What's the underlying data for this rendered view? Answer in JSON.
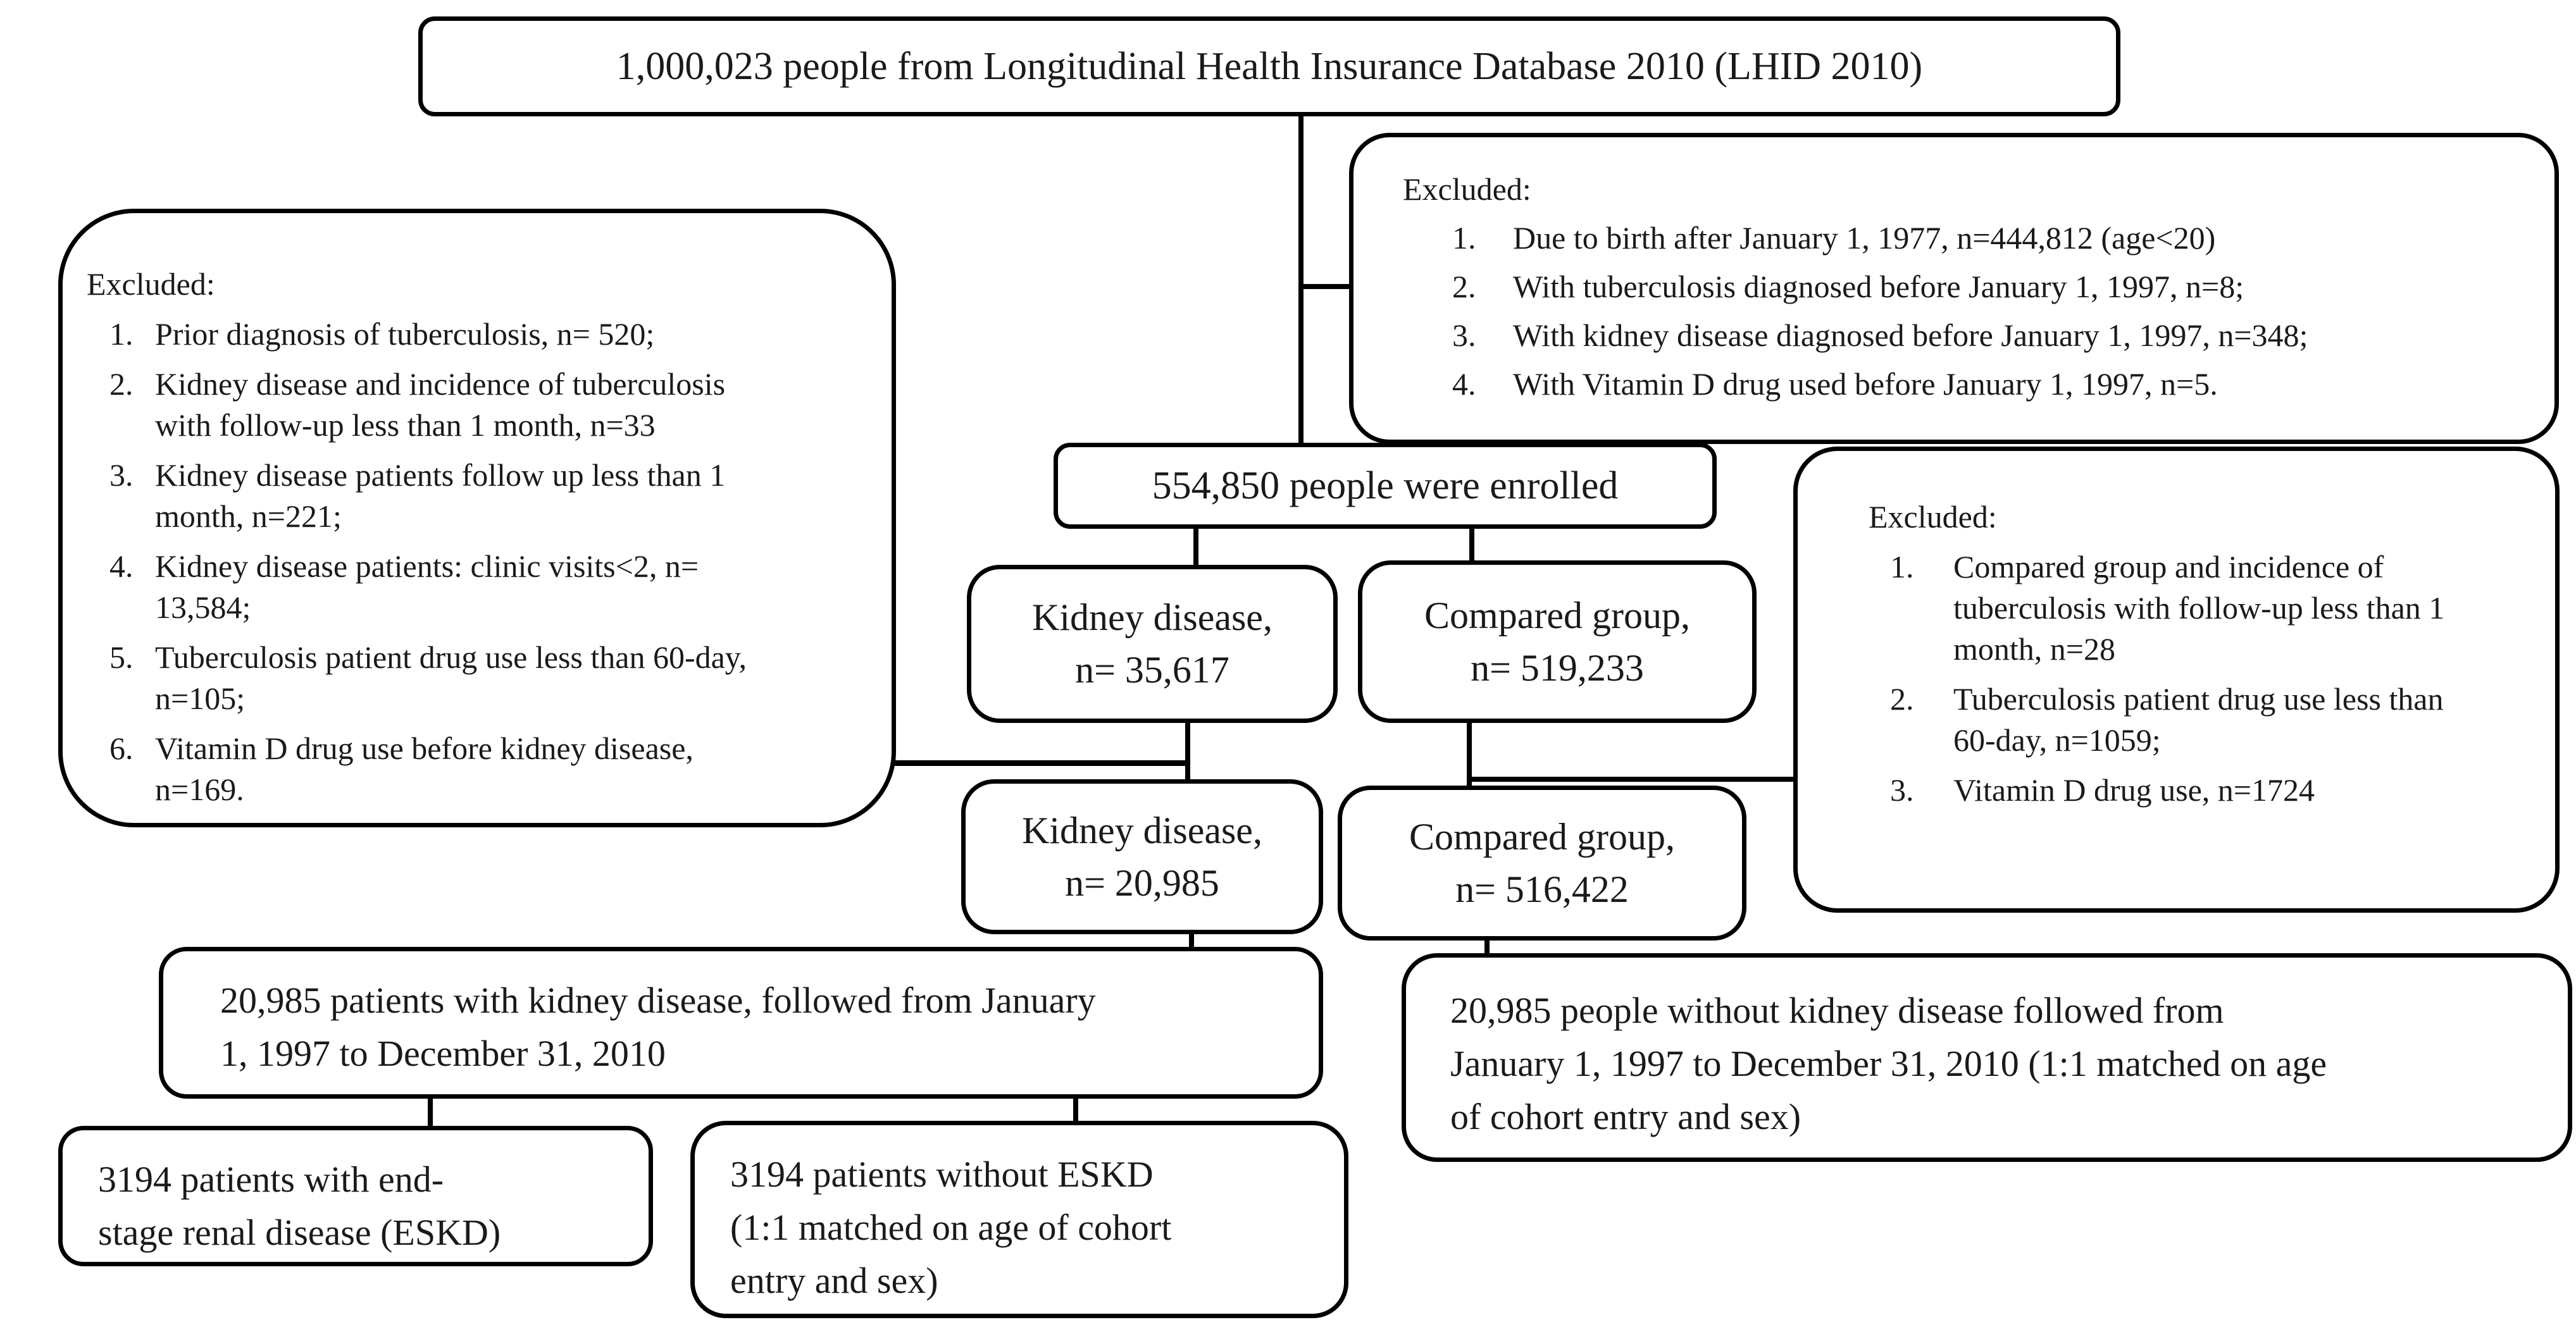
{
  "palette": {
    "background": "#ffffff",
    "box_border": "#000000",
    "connector": "#000000",
    "text": "#1a1a1a"
  },
  "boxes": {
    "source_population": {
      "text": "1,000,023 people from Longitudinal Health Insurance Database 2010 (LHID 2010)"
    },
    "excluded_top_right": {
      "title": "Excluded:",
      "items": [
        {
          "num": "1.",
          "text": "Due to birth after January 1, 1977, n=444,812 (age<20)"
        },
        {
          "num": "2.",
          "text": "With tuberculosis diagnosed before January 1, 1997, n=8;"
        },
        {
          "num": "3.",
          "text": "With kidney disease diagnosed before January 1, 1997, n=348;"
        },
        {
          "num": "4.",
          "text": "With Vitamin D drug used before January 1, 1997, n=5."
        }
      ]
    },
    "excluded_left": {
      "title": "Excluded:",
      "items": [
        {
          "num": "1.",
          "text": "Prior diagnosis of tuberculosis, n= 520;"
        },
        {
          "num": "2.",
          "text": "Kidney disease and incidence of tuberculosis\nwith follow-up less than 1 month, n=33"
        },
        {
          "num": "3.",
          "text": "Kidney disease patients follow up less than 1\nmonth, n=221;"
        },
        {
          "num": "4.",
          "text": "Kidney disease patients: clinic visits<2, n=\n13,584;"
        },
        {
          "num": "5.",
          "text": "Tuberculosis patient drug use less than 60-day,\nn=105;"
        },
        {
          "num": "6.",
          "text": "Vitamin D drug use before kidney disease,\nn=169."
        }
      ]
    },
    "enrolled": {
      "text": "554,850 people were enrolled"
    },
    "kidney_initial": {
      "text": "Kidney disease,\nn= 35,617"
    },
    "compared_initial": {
      "text": "Compared group,\nn= 519,233"
    },
    "excluded_mid_right": {
      "title": "Excluded:",
      "items": [
        {
          "num": "1.",
          "text": "Compared group and incidence of\ntuberculosis with follow-up less than 1\nmonth, n=28"
        },
        {
          "num": "2.",
          "text": "Tuberculosis patient drug use less than\n60-day, n=1059;"
        },
        {
          "num": "3.",
          "text": "Vitamin D drug use, n=1724"
        }
      ]
    },
    "kidney_final": {
      "text": "Kidney disease,\nn= 20,985"
    },
    "compared_final": {
      "text": "Compared group,\nn= 516,422"
    },
    "kidney_followup": {
      "text": "20,985 patients with kidney disease, followed from January\n1, 1997 to December 31, 2010"
    },
    "compared_followup": {
      "text": "20,985 people without kidney disease followed from\nJanuary 1, 1997 to December 31, 2010 (1:1 matched on age\nof cohort entry and sex)"
    },
    "eskd_with": {
      "text": "3194 patients with end-\nstage renal disease (ESKD)"
    },
    "eskd_without": {
      "text": "3194 patients without ESKD\n(1:1 matched on age of cohort\nentry and sex)"
    }
  }
}
